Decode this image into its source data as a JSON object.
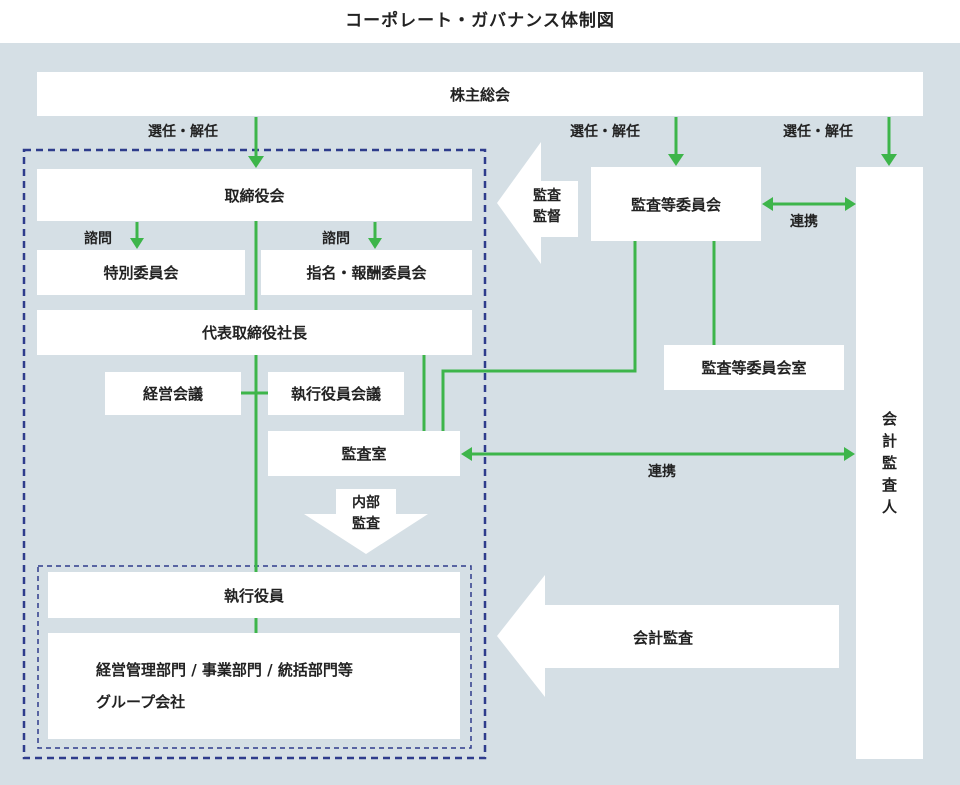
{
  "title": "コーポレート・ガバナンス体制図",
  "boxes": {
    "shareholders": "株主総会",
    "board": "取締役会",
    "special_committee": "特別委員会",
    "nomination_committee": "指名・報酬委員会",
    "ceo": "代表取締役社長",
    "management_meeting": "経営会議",
    "executive_meeting": "執行役員会議",
    "internal_audit": "監査室",
    "audit_committee": "監査等委員会",
    "audit_committee_office": "監査等委員会室",
    "executive_officers": "執行役員",
    "departments_line1": "経営管理部門 / 事業部門 / 統括部門等",
    "departments_line2": "グループ会社",
    "accounting_auditor_chars": [
      "会",
      "計",
      "監",
      "査",
      "人"
    ]
  },
  "labels": {
    "elect1": "選任・解任",
    "elect2": "選任・解任",
    "elect3": "選任・解任",
    "consult1": "諮問",
    "consult2": "諮問",
    "cooperation1": "連携",
    "cooperation2": "連携",
    "audit_supervision_line1": "監査",
    "audit_supervision_line2": "監督",
    "internal_audit_line1": "内部",
    "internal_audit_line2": "監査",
    "accounting_audit": "会計監査"
  },
  "colors": {
    "background": "#d5dfe5",
    "box": "#ffffff",
    "green": "#3db54a",
    "navy_dash": "#2e3c8c"
  }
}
